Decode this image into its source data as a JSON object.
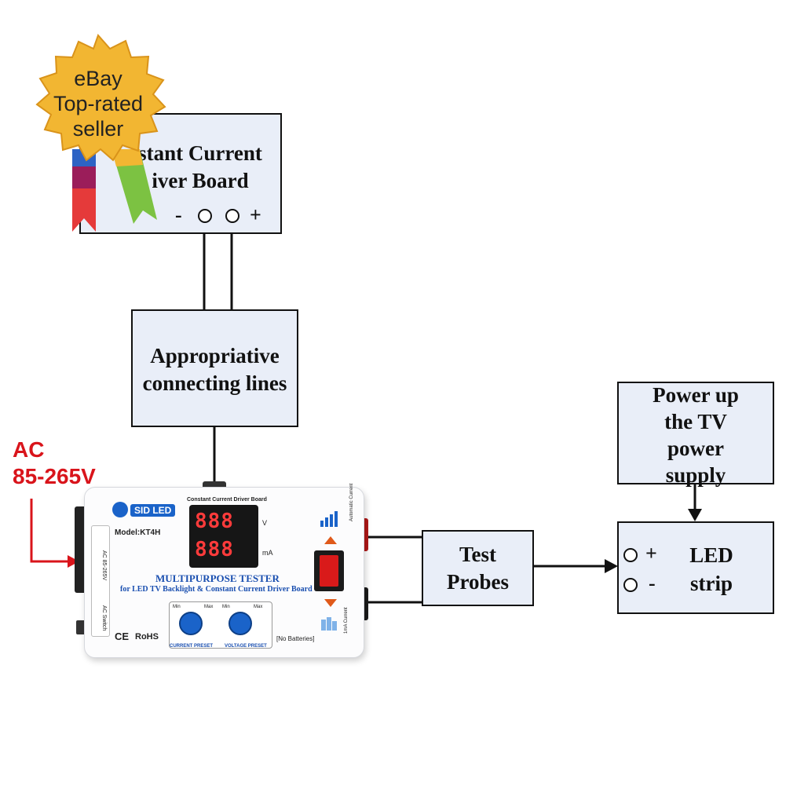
{
  "badge": {
    "lines": [
      "eBay",
      "Top-rated",
      "seller"
    ]
  },
  "driver_board": {
    "line1": "stant Current",
    "line2": "iver Board",
    "minus": "-",
    "plus": "+"
  },
  "connecting_lines": {
    "line1": "Appropriative",
    "line2": "connecting lines"
  },
  "power_supply": {
    "lines": [
      "Power up",
      "the TV",
      "power",
      "supply"
    ]
  },
  "test_probes": {
    "line1": "Test",
    "line2": "Probes"
  },
  "led_strip": {
    "line1": "LED",
    "line2": "strip",
    "plus": "+",
    "minus": "-"
  },
  "ac_input": {
    "line1": "AC",
    "line2": "85-265V"
  },
  "tester": {
    "brand": "SID LED",
    "model": "Model:KT4H",
    "display_header": "Constant Current Driver Board",
    "voltage_digits": "888",
    "current_digits": "888",
    "voltage_unit": "V",
    "current_unit": "mA",
    "title": "MULTIPURPOSE TESTER",
    "subtitle": "for LED TV Backlight & Constant Current Driver Board",
    "ac_label": "AC 85-265V",
    "switch_label": "AC Switch",
    "ce": "CE",
    "rohs": "RoHS",
    "knob_min": "Min",
    "knob_max": "Max",
    "current_preset": "CURRENT PRESET",
    "voltage_preset": "VOLTAGE PRESET",
    "no_batteries": "[No Batteries]",
    "automatic_current": "Automatic Current",
    "ma_current": "1mA Current"
  },
  "colors": {
    "box_fill": "#e9eef8",
    "accent_red": "#d9141b",
    "badge_gold": "#f2b632",
    "display_red": "#ff3b3b"
  }
}
